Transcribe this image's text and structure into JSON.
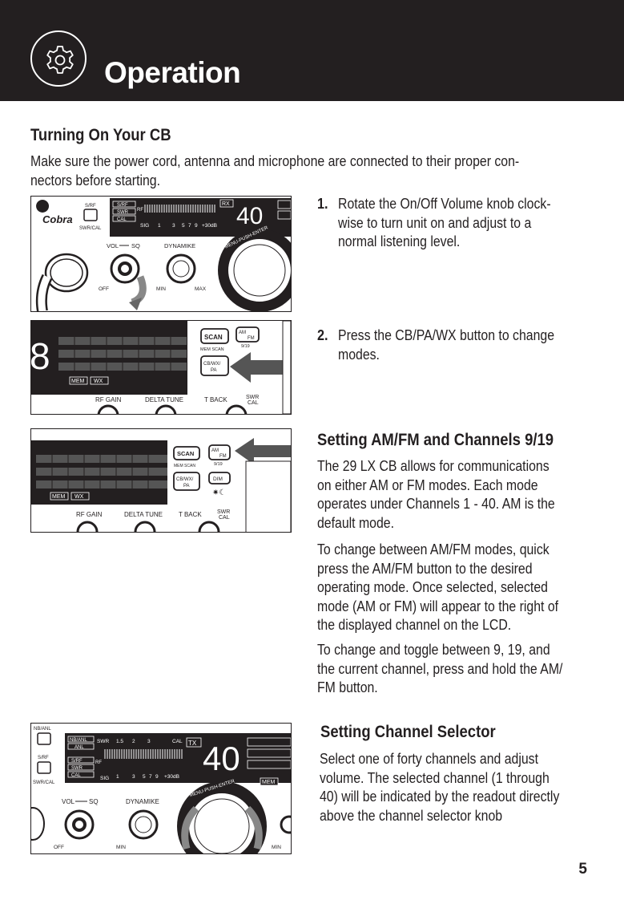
{
  "header": {
    "title": "Operation",
    "icon": "gear-icon"
  },
  "section1": {
    "heading": "Turning On Your CB",
    "intro_line1": "Make sure the power cord, antenna and microphone are connected to their proper con-",
    "intro_line2": "nectors before starting."
  },
  "steps": [
    {
      "num": "1.",
      "lines": [
        "Rotate the On/Off Volume knob clock-",
        "wise to turn unit on and adjust to a",
        "normal listening level."
      ]
    },
    {
      "num": "2.",
      "lines": [
        "Press the CB/PA/WX button to change",
        "modes."
      ]
    }
  ],
  "section2": {
    "heading": "Setting AM/FM and Channels 9/19",
    "p1": [
      "The 29 LX CB allows for communications",
      "on either AM or FM modes. Each mode",
      "operates under Channels 1 - 40. AM is the",
      "default mode."
    ],
    "p2": [
      "To change between AM/FM modes, quick",
      "press the AM/FM button to the desired",
      "operating mode. Once selected, selected",
      "mode (AM or FM) will appear to the right of",
      "the displayed channel on the LCD."
    ],
    "p3": [
      "To change and toggle between 9, 19, and",
      "the current channel, press and hold the AM/",
      "FM button."
    ]
  },
  "section3": {
    "heading": "Setting Channel Selector",
    "p1": [
      "Select one of forty channels and adjust",
      "volume. The selected channel (1 through",
      "40) will be indicated by the readout directly",
      "above the channel selector knob"
    ]
  },
  "page_number": "5",
  "panel1": {
    "brand": "Cobra",
    "btn_label": "S/RF",
    "swr_cal": "SWR/CAL",
    "meter_labels": [
      "S/RF",
      "SWR",
      "CAL"
    ],
    "rf": "RF",
    "sig": "SIG",
    "scale": [
      "1",
      "3",
      "5",
      "7",
      "9",
      "+30dB"
    ],
    "rx": "RX",
    "channel": "40",
    "vol_sq": "VOL",
    "sq": "SQ",
    "dynamike": "DYNAMIKE",
    "off": "OFF",
    "min": "MIN",
    "max": "MAX",
    "ring": "MENU-PUSH-ENTER"
  },
  "panel2": {
    "scan": "SCAN",
    "mem_scan": "MEM SCAN",
    "am": "AM",
    "fm": "FM",
    "nine19": "9/19",
    "cbwxpa": [
      "CB/WX/",
      "PA"
    ],
    "mem": "MEM",
    "wx": "WX",
    "rf_gain": "RF GAIN",
    "delta_tune": "DELTA TUNE",
    "t_back": "T BACK",
    "swr": "SWR",
    "cal": "CAL"
  },
  "panel3": {
    "scan": "SCAN",
    "mem_scan": "MEM SCAN",
    "am": "AM",
    "fm": "FM",
    "nine19": "9/19",
    "cbwxpa": [
      "CB/WX/",
      "PA"
    ],
    "dim": "DIM",
    "mem": "MEM",
    "wx": "WX",
    "rf_gain": "RF GAIN",
    "delta_tune": "DELTA TUNE",
    "t_back": "T BACK",
    "swr": "SWR",
    "cal": "CAL"
  },
  "panel4": {
    "nb_anl": "NB/ANL",
    "s_rf": "S/RF",
    "swr_cal": "SWR/CAL",
    "box1": [
      "NB/ANL",
      "ANL"
    ],
    "box2": [
      "S/RF",
      "SWR",
      "CAL"
    ],
    "rf": "RF",
    "swr": "SWR",
    "top_scale": [
      "1.5",
      "2",
      "3"
    ],
    "cal": "CAL",
    "sig": "SIG",
    "scale": [
      "1",
      "3",
      "5",
      "7",
      "9",
      "+30dB"
    ],
    "tx": "TX",
    "channel": "40",
    "mem": "MEM",
    "vol": "VOL",
    "sq": "SQ",
    "dynamike": "DYNAMIKE",
    "off": "OFF",
    "min": "MIN",
    "min2": "MIN",
    "ring": "MENU-PUSH-ENTER"
  }
}
